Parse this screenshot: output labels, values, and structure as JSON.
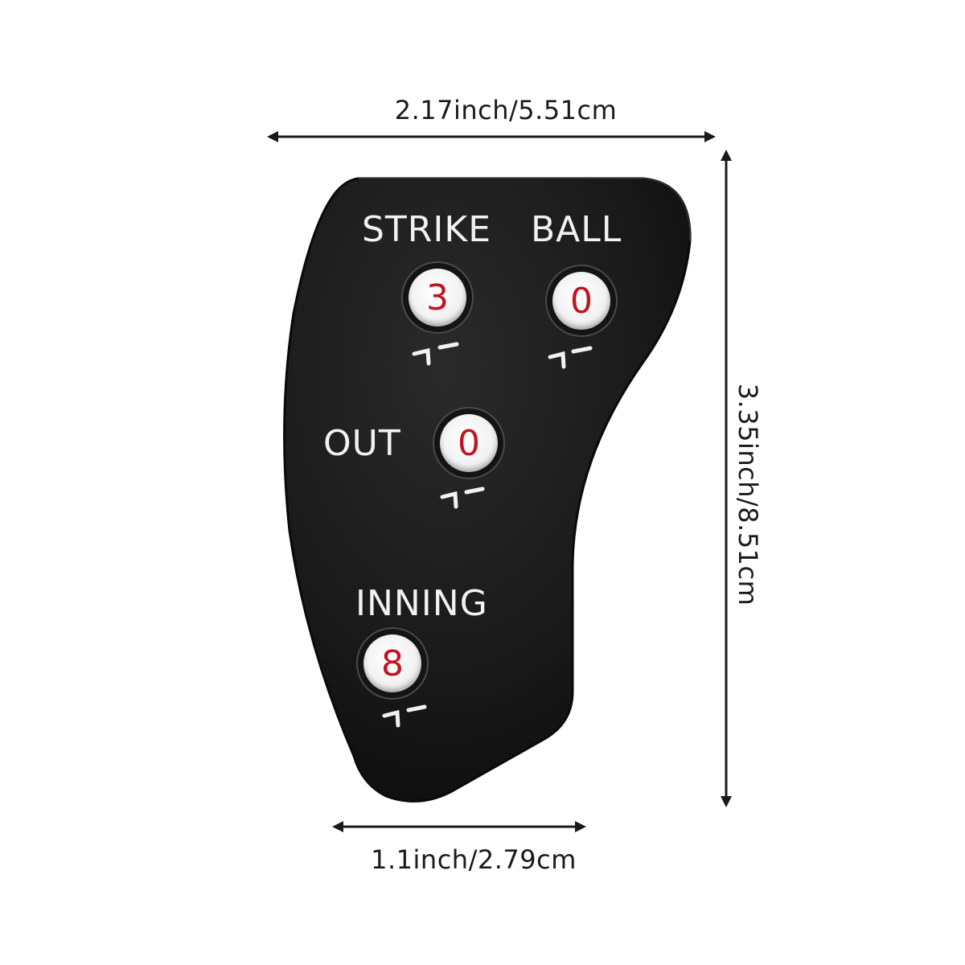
{
  "dimensions": {
    "width": "2.17inch/5.51cm",
    "height": "3.35inch/8.51cm",
    "base_width": "1.1inch/2.79cm"
  },
  "counter": {
    "strike": {
      "label": "STRIKE",
      "value": "3"
    },
    "ball": {
      "label": "BALL",
      "value": "0"
    },
    "out": {
      "label": "OUT",
      "value": "0"
    },
    "inning": {
      "label": "INNING",
      "value": "8"
    }
  },
  "colors": {
    "body": "#1a1a1a",
    "label": "#f2f2f2",
    "digit": "#c0141e",
    "dimension": "#1a1a1a"
  }
}
